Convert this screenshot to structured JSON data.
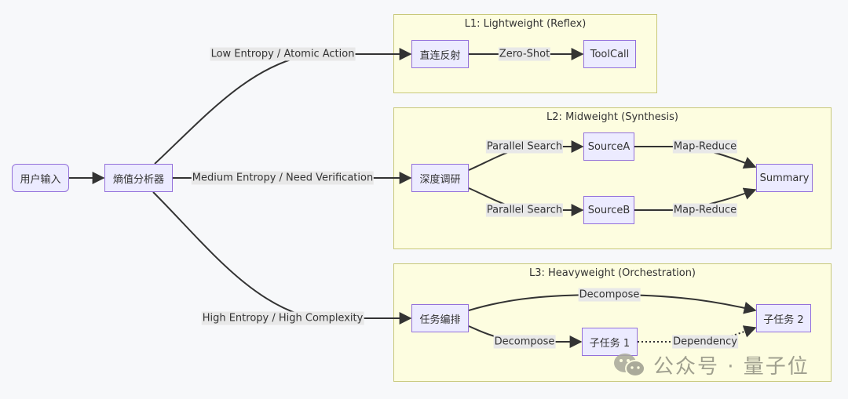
{
  "diagram": {
    "nodes": {
      "user_input": "用户输入",
      "entropy_analyzer": "熵值分析器",
      "direct_reflex": "直连反射",
      "toolcall": "ToolCall",
      "deep_research": "深度调研",
      "source_a": "SourceA",
      "source_b": "SourceB",
      "summary": "Summary",
      "task_orchestration": "任务编排",
      "subtask_1": "子任务 1",
      "subtask_2": "子任务 2"
    },
    "clusters": {
      "l1": "L1: Lightweight (Reflex)",
      "l2": "L2: Midweight (Synthesis)",
      "l3": "L3: Heavyweight (Orchestration)"
    },
    "edge_labels": {
      "low": "Low Entropy / Atomic Action",
      "medium": "Medium Entropy / Need Verification",
      "high": "High Entropy / High Complexity",
      "zero_shot": "Zero-Shot",
      "parallel_a": "Parallel Search",
      "parallel_b": "Parallel Search",
      "map_reduce_a": "Map-Reduce",
      "map_reduce_b": "Map-Reduce",
      "decompose_top": "Decompose",
      "decompose_bottom": "Decompose",
      "dependency": "Dependency"
    },
    "colors": {
      "node_fill": "#ecebff",
      "node_border": "#9370db",
      "cluster_fill": "#fdfde0",
      "cluster_border": "#c8c87a",
      "edge": "#333333",
      "label_bg": "#e8e8e8"
    }
  },
  "watermark": {
    "icon": "wechat-icon",
    "text": "公众号 · 量子位"
  }
}
